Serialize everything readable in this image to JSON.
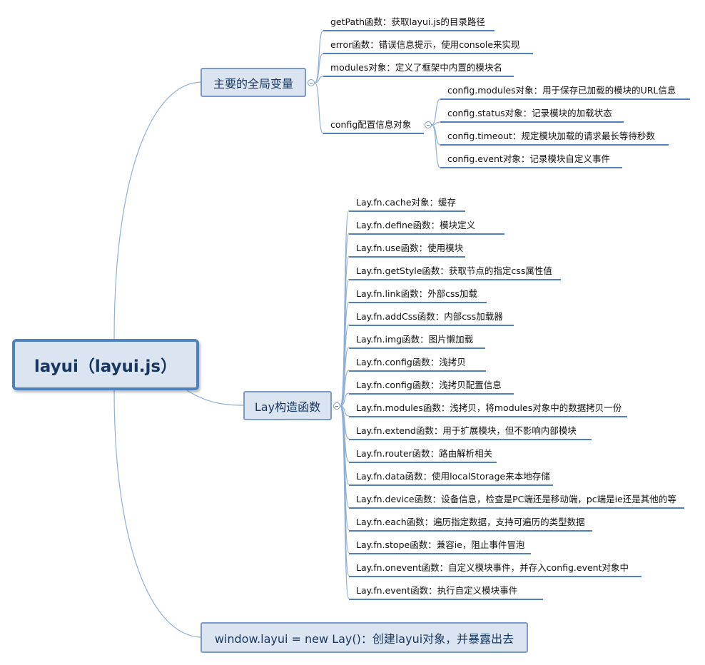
{
  "central": {
    "label": "layui（layui.js）"
  },
  "branches": [
    {
      "label": "主要的全局变量",
      "children": [
        {
          "label": "getPath函数：获取layui.js的目录路径"
        },
        {
          "label": "error函数：错误信息提示，使用console来实现"
        },
        {
          "label": "modules对象：定义了框架中内置的模块名"
        },
        {
          "label": "config配置信息对象",
          "children": [
            {
              "label": "config.modules对象：用于保存已加载的模块的URL信息"
            },
            {
              "label": "config.status对象：记录模块的加载状态"
            },
            {
              "label": "config.timeout：规定模块加载的请求最长等待秒数"
            },
            {
              "label": "config.event对象：记录模块自定义事件"
            }
          ]
        }
      ]
    },
    {
      "label": "Lay构造函数",
      "children": [
        {
          "label": "Lay.fn.cache对象：缓存"
        },
        {
          "label": "Lay.fn.define函数：模块定义"
        },
        {
          "label": "Lay.fn.use函数：使用模块"
        },
        {
          "label": "Lay.fn.getStyle函数：获取节点的指定css属性值"
        },
        {
          "label": "Lay.fn.link函数：外部css加载"
        },
        {
          "label": "Lay.fn.addCss函数：内部css加载器"
        },
        {
          "label": "Lay.fn.img函数：图片懒加载"
        },
        {
          "label": "Lay.fn.config函数：浅拷贝"
        },
        {
          "label": "Lay.fn.config函数：浅拷贝配置信息"
        },
        {
          "label": "Lay.fn.modules函数：浅拷贝，将modules对象中的数据拷贝一份"
        },
        {
          "label": "Lay.fn.extend函数：用于扩展模块，但不影响内部模块"
        },
        {
          "label": "Lay.fn.router函数：路由解析相关"
        },
        {
          "label": "Lay.fn.data函数：使用localStorage来本地存储"
        },
        {
          "label": "Lay.fn.device函数：设备信息，检查是PC端还是移动端，pc端是ie还是其他的等"
        },
        {
          "label": "Lay.fn.each函数：遍历指定数据，支持可遍历的类型数据"
        },
        {
          "label": "Lay.fn.stope函数：兼容ie，阻止事件冒泡"
        },
        {
          "label": "Lay.fn.onevent函数：自定义模块事件，并存入config.event对象中"
        },
        {
          "label": "Lay.fn.event函数：执行自定义模块事件"
        }
      ]
    },
    {
      "label": "window.layui = new Lay()：创建layui对象，并暴露出去",
      "children": []
    }
  ],
  "colors": {
    "topic_fill": "#dbe5f1",
    "topic_border": "#4f81bd",
    "connector": "#8fb0d8",
    "text": "#17375e"
  }
}
